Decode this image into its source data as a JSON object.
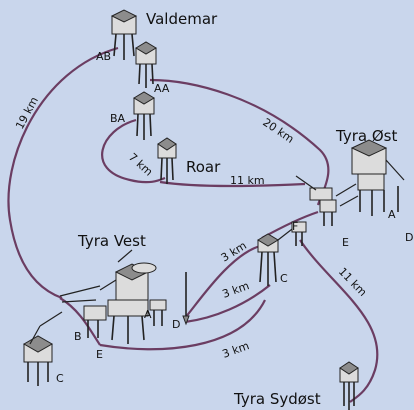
{
  "fields": {
    "valdemar": "Valdemar",
    "roar": "Roar",
    "tyra_vest": "Tyra Vest",
    "tyra_ost": "Tyra Øst",
    "tyra_sydost": "Tyra Sydøst"
  },
  "platform_letters": {
    "valdemar_ab": "AB",
    "valdemar_aa": "AA",
    "ba": "BA",
    "ost_f": "F",
    "ost_e": "E",
    "ost_a": "A",
    "ost_d": "D",
    "mid_c": "C",
    "vest_a": "A",
    "vest_b": "B",
    "vest_d": "D",
    "vest_e": "E",
    "vest_c": "C"
  },
  "distances": {
    "valdemar_tyravest": "19 km",
    "valdemar_tyraost": "20 km",
    "roar_pipe": "7 km",
    "roar_tyraost": "11 km",
    "vest_mid_1": "3 km",
    "vest_mid_2": "3 km",
    "vest_mid_3": "3 km",
    "ost_sydost": "11 km"
  },
  "colors": {
    "background": "#c9d6ec",
    "pipeline": "#6b3d62"
  }
}
